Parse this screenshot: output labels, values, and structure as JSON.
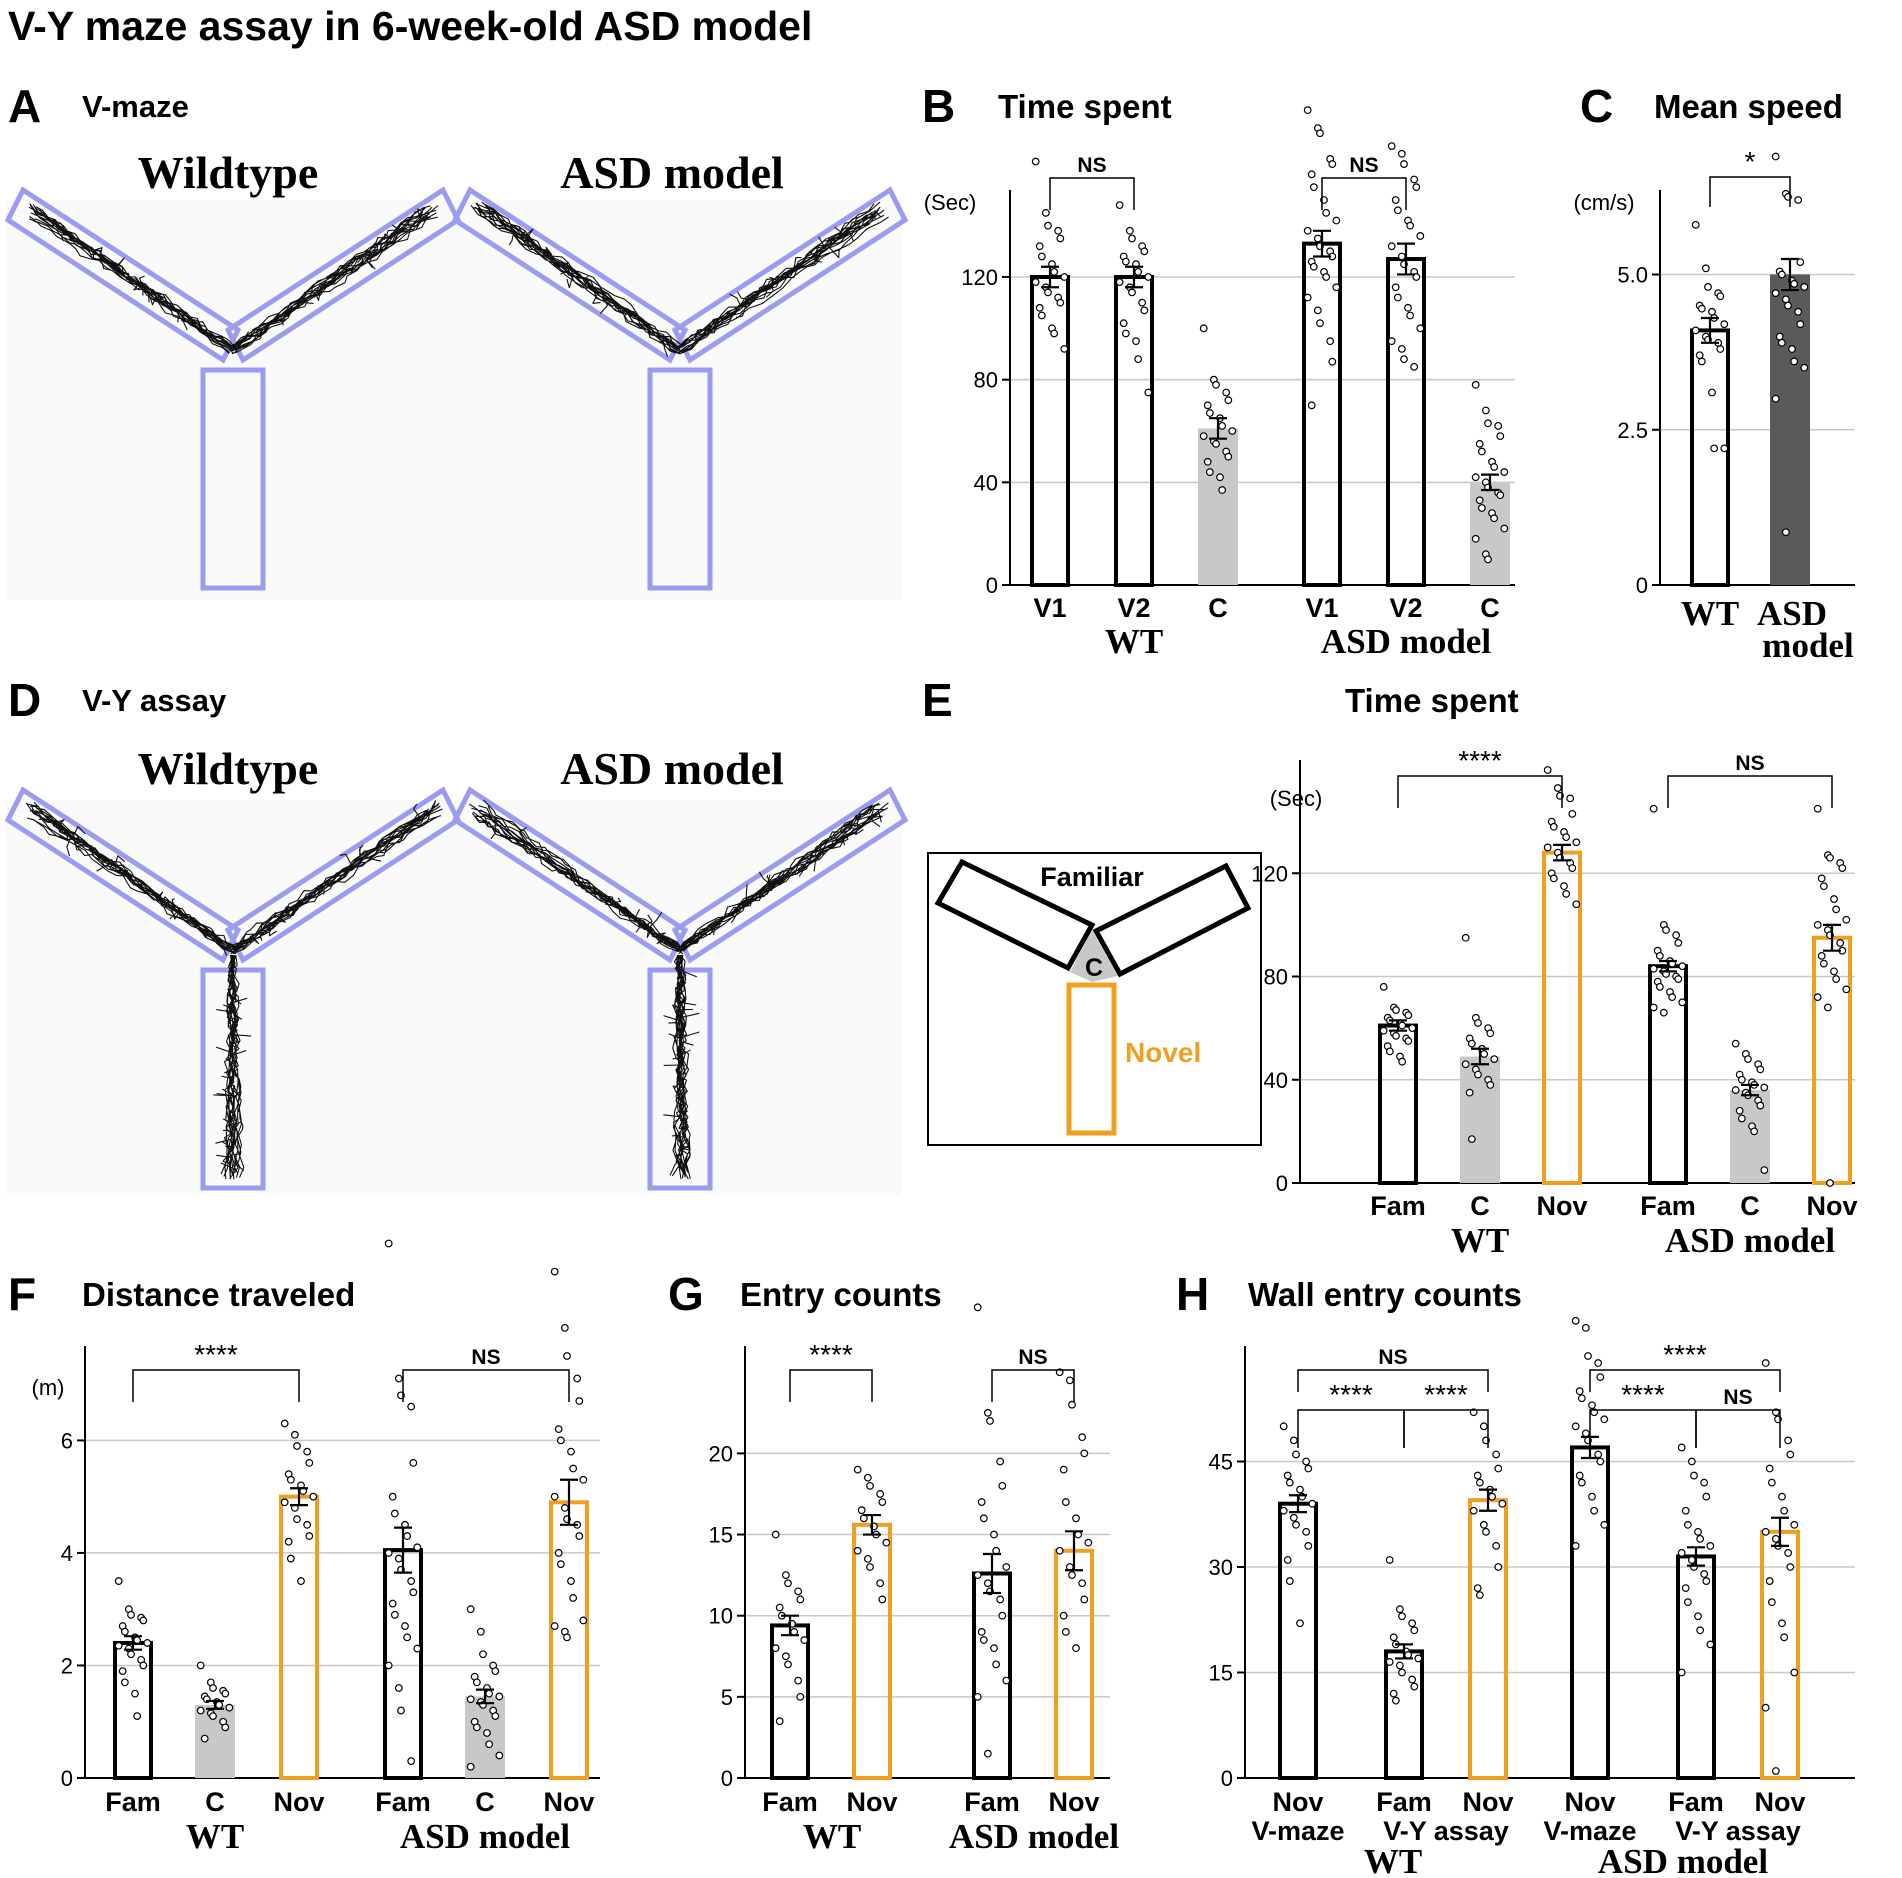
{
  "figure": {
    "title": "V-Y maze assay in 6-week-old ASD model",
    "colors": {
      "maze": "#9a9cf0",
      "novel": "#f0a020",
      "corridor": "#c8c8c8",
      "asd_bar": "#5a5a5a",
      "grid": "#c8c8c8"
    }
  },
  "panels": {
    "A": {
      "letter": "A",
      "title": "V-maze",
      "wt": "Wildtype",
      "asd": "ASD model"
    },
    "B": {
      "letter": "B",
      "title": "Time spent"
    },
    "C": {
      "letter": "C",
      "title": "Mean speed"
    },
    "D": {
      "letter": "D",
      "title": "V-Y assay",
      "wt": "Wildtype",
      "asd": "ASD model"
    },
    "E": {
      "letter": "E",
      "title": "Time spent",
      "schematic_familiar": "Familiar",
      "schematic_c": "C",
      "schematic_novel": "Novel"
    },
    "F": {
      "letter": "F",
      "title": "Distance traveled"
    },
    "G": {
      "letter": "G",
      "title": "Entry counts"
    },
    "H": {
      "letter": "H",
      "title": "Wall entry counts"
    }
  },
  "chart_data": [
    {
      "panel": "B",
      "type": "bar",
      "title": "Time spent",
      "ylabel": "(Sec)",
      "ylim": [
        0,
        150
      ],
      "yticks": [
        "0",
        "40",
        "80",
        "120"
      ],
      "grid": true,
      "groups": [
        "WT",
        "ASD model"
      ],
      "categories": [
        "V1",
        "V2",
        "C",
        "V1",
        "V2",
        "C"
      ],
      "values": [
        120,
        120,
        61,
        133,
        127,
        40
      ],
      "errors": [
        4,
        4,
        4,
        5,
        6,
        3
      ],
      "significance": [
        {
          "between": [
            "V1",
            "V2"
          ],
          "group": "WT",
          "label": "NS"
        },
        {
          "between": [
            "V1",
            "V2"
          ],
          "group": "ASD model",
          "label": "NS"
        }
      ],
      "points": [
        [
          165,
          145,
          140,
          138,
          135,
          132,
          128,
          125,
          122,
          120,
          118,
          116,
          114,
          112,
          110,
          108,
          105,
          100,
          98,
          92
        ],
        [
          148,
          138,
          135,
          132,
          130,
          128,
          126,
          125,
          122,
          120,
          118,
          116,
          114,
          110,
          107,
          102,
          98,
          95,
          88,
          75
        ],
        [
          100,
          80,
          78,
          75,
          72,
          70,
          67,
          65,
          62,
          60,
          58,
          56,
          55,
          52,
          50,
          48,
          44,
          42,
          37
        ],
        [
          185,
          178,
          176,
          166,
          164,
          160,
          155,
          150,
          145,
          142,
          138,
          135,
          132,
          130,
          128,
          126,
          124,
          122,
          120,
          116,
          112,
          107,
          102,
          95,
          87,
          70
        ],
        [
          171,
          168,
          164,
          158,
          155,
          150,
          146,
          142,
          140,
          136,
          132,
          128,
          125,
          122,
          120,
          116,
          112,
          108,
          105,
          100,
          95,
          92,
          88,
          85
        ],
        [
          78,
          68,
          63,
          62,
          58,
          55,
          52,
          48,
          46,
          44,
          42,
          40,
          38,
          36,
          35,
          33,
          30,
          28,
          26,
          22,
          18,
          12,
          10
        ]
      ]
    },
    {
      "panel": "C",
      "type": "bar",
      "title": "Mean speed",
      "ylabel": "(cm/s)",
      "ylim": [
        0,
        6.2
      ],
      "yticks": [
        "0",
        "2.5",
        "5.0"
      ],
      "grid": true,
      "categories": [
        "WT",
        "ASD model"
      ],
      "values": [
        4.1,
        5.0
      ],
      "errors": [
        0.2,
        0.25
      ],
      "significance": [
        {
          "between": [
            "WT",
            "ASD model"
          ],
          "label": "*"
        }
      ],
      "points": [
        [
          5.8,
          5.1,
          4.8,
          4.7,
          4.65,
          4.5,
          4.45,
          4.4,
          4.3,
          4.2,
          4.1,
          4.0,
          3.95,
          3.9,
          3.8,
          3.7,
          3.6,
          3.1,
          2.2,
          2.2
        ],
        [
          6.9,
          6.3,
          6.25,
          6.2,
          5.2,
          5.05,
          5.0,
          4.9,
          4.85,
          4.8,
          4.7,
          4.6,
          4.5,
          4.4,
          4.2,
          4.0,
          3.9,
          3.8,
          3.6,
          3.5,
          3.0,
          0.85
        ]
      ]
    },
    {
      "panel": "E",
      "type": "bar",
      "title": "Time spent",
      "ylabel": "(Sec)",
      "ylim": [
        0,
        160
      ],
      "yticks": [
        "0",
        "40",
        "80",
        "120"
      ],
      "grid": true,
      "groups": [
        "WT",
        "ASD model"
      ],
      "categories": [
        "Fam",
        "C",
        "Nov",
        "Fam",
        "C",
        "Nov"
      ],
      "values": [
        61,
        49,
        128,
        84,
        36,
        95
      ],
      "errors": [
        2,
        3,
        3,
        2,
        2,
        5
      ],
      "significance": [
        {
          "between": [
            "Fam",
            "Nov"
          ],
          "group": "WT",
          "label": "****"
        },
        {
          "between": [
            "Fam",
            "Nov"
          ],
          "group": "ASD model",
          "label": "NS"
        }
      ],
      "points": [
        [
          76,
          68,
          67,
          66,
          65,
          64,
          63,
          62,
          61,
          60,
          59,
          58,
          57,
          56,
          55,
          53,
          51,
          49,
          47
        ],
        [
          95,
          64,
          62,
          60,
          58,
          56,
          54,
          52,
          50,
          48,
          46,
          44,
          42,
          40,
          38,
          35,
          17
        ],
        [
          160,
          153,
          150,
          149,
          143,
          140,
          138,
          136,
          134,
          132,
          130,
          128,
          126,
          124,
          122,
          120,
          118,
          115,
          112,
          108
        ],
        [
          145,
          100,
          98,
          96,
          93,
          90,
          88,
          86,
          85,
          84,
          83,
          82,
          81,
          80,
          79,
          78,
          76,
          74,
          72,
          70,
          68,
          66
        ],
        [
          54,
          50,
          48,
          46,
          44,
          42,
          40,
          39,
          38,
          37,
          36,
          35,
          34,
          32,
          30,
          28,
          25,
          22,
          20,
          5
        ],
        [
          145,
          127,
          126,
          124,
          122,
          118,
          115,
          110,
          106,
          102,
          100,
          98,
          96,
          93,
          90,
          88,
          85,
          82,
          79,
          75,
          72,
          68,
          0
        ]
      ]
    },
    {
      "panel": "F",
      "type": "bar",
      "title": "Distance traveled",
      "ylabel": "(m)",
      "ylim": [
        0,
        7.5
      ],
      "yticks": [
        "0",
        "2",
        "4",
        "6"
      ],
      "grid": true,
      "groups": [
        "WT",
        "ASD model"
      ],
      "categories": [
        "Fam",
        "C",
        "Nov",
        "Fam",
        "C",
        "Nov"
      ],
      "values": [
        2.4,
        1.3,
        5.0,
        4.05,
        1.45,
        4.9
      ],
      "errors": [
        0.12,
        0.07,
        0.15,
        0.4,
        0.12,
        0.4
      ],
      "significance": [
        {
          "between": [
            "Fam",
            "Nov"
          ],
          "group": "WT",
          "label": "****"
        },
        {
          "between": [
            "Fam",
            "Nov"
          ],
          "group": "ASD model",
          "label": "NS"
        }
      ],
      "points": [
        [
          3.5,
          3.0,
          2.9,
          2.85,
          2.8,
          2.7,
          2.6,
          2.5,
          2.45,
          2.4,
          2.35,
          2.3,
          2.2,
          2.1,
          2.0,
          1.9,
          1.7,
          1.5,
          1.1
        ],
        [
          2.0,
          1.7,
          1.6,
          1.55,
          1.5,
          1.45,
          1.4,
          1.35,
          1.3,
          1.25,
          1.2,
          1.15,
          1.1,
          1.0,
          0.9,
          0.7
        ],
        [
          6.3,
          6.1,
          5.9,
          5.8,
          5.6,
          5.4,
          5.3,
          5.2,
          5.1,
          5.0,
          4.9,
          4.8,
          4.6,
          4.5,
          4.3,
          4.2,
          3.9,
          3.5
        ],
        [
          9.5,
          7.1,
          6.8,
          6.6,
          5.6,
          5.0,
          4.7,
          4.5,
          4.3,
          4.1,
          4.0,
          3.9,
          3.7,
          3.5,
          3.3,
          3.1,
          2.9,
          2.7,
          2.5,
          2.3,
          2.0,
          1.6,
          1.2,
          0.3
        ],
        [
          3.0,
          2.6,
          2.2,
          2.0,
          1.9,
          1.8,
          1.7,
          1.6,
          1.5,
          1.45,
          1.4,
          1.35,
          1.3,
          1.2,
          1.1,
          1.0,
          0.9,
          0.8,
          0.6,
          0.4,
          0.2
        ],
        [
          9.0,
          8.0,
          7.5,
          7.1,
          6.7,
          6.2,
          6.0,
          5.8,
          5.5,
          5.3,
          5.0,
          4.8,
          4.6,
          4.5,
          4.3,
          4.0,
          3.8,
          3.5,
          3.2,
          2.8,
          2.7,
          2.6,
          2.5
        ]
      ]
    },
    {
      "panel": "G",
      "type": "bar",
      "title": "Entry counts",
      "ylim": [
        0,
        26
      ],
      "yticks": [
        "0",
        "5",
        "10",
        "15",
        "20"
      ],
      "grid": true,
      "groups": [
        "WT",
        "ASD model"
      ],
      "categories": [
        "Fam",
        "Nov",
        "Fam",
        "Nov"
      ],
      "values": [
        9.4,
        15.6,
        12.6,
        14.0
      ],
      "errors": [
        0.6,
        0.6,
        1.2,
        1.2
      ],
      "significance": [
        {
          "between": [
            "Fam",
            "Nov"
          ],
          "group": "WT",
          "label": "****"
        },
        {
          "between": [
            "Fam",
            "Nov"
          ],
          "group": "ASD model",
          "label": "NS"
        }
      ],
      "points": [
        [
          15,
          12.5,
          12,
          11.5,
          11,
          10.5,
          10,
          9.5,
          9,
          8.5,
          8,
          7.5,
          7,
          6,
          5,
          3.5
        ],
        [
          19,
          18.5,
          18,
          17.5,
          17,
          16.5,
          16,
          15.5,
          15,
          14.5,
          14,
          13.5,
          13,
          12,
          11
        ],
        [
          29,
          22.5,
          22,
          19.5,
          18,
          17,
          16,
          15,
          14,
          13,
          12.5,
          12,
          11.5,
          11,
          10,
          9,
          8.5,
          8,
          7,
          6,
          5,
          1.5
        ],
        [
          25,
          24.5,
          23,
          21,
          20,
          19,
          17,
          16,
          15,
          14.5,
          14,
          13,
          12.5,
          12,
          11,
          10,
          9,
          8
        ]
      ]
    },
    {
      "panel": "H",
      "type": "bar",
      "title": "Wall entry counts",
      "ylim": [
        0,
        60
      ],
      "yticks": [
        "0",
        "15",
        "30",
        "45"
      ],
      "grid": true,
      "groups": [
        "WT",
        "ASD model"
      ],
      "subgroups": [
        "V-maze",
        "V-Y assay"
      ],
      "categories": [
        "Nov",
        "Fam",
        "Nov",
        "Nov",
        "Fam",
        "Nov"
      ],
      "values": [
        39,
        18,
        39.5,
        47,
        31.5,
        35
      ],
      "errors": [
        1.2,
        1,
        1.5,
        1.5,
        1.3,
        2
      ],
      "significance": [
        {
          "between": [
            "Nov",
            "Nov"
          ],
          "group": "WT",
          "label": "NS"
        },
        {
          "between": [
            "Nov (V-maze)",
            "Fam"
          ],
          "group": "WT",
          "label": "****"
        },
        {
          "between": [
            "Fam",
            "Nov (V-Y assay)"
          ],
          "group": "WT",
          "label": "****"
        },
        {
          "between": [
            "Nov",
            "Nov"
          ],
          "group": "ASD model",
          "label": "****"
        },
        {
          "between": [
            "Nov (V-maze)",
            "Fam"
          ],
          "group": "ASD model",
          "label": "****"
        },
        {
          "between": [
            "Fam",
            "Nov (V-Y assay)"
          ],
          "group": "ASD model",
          "label": "NS"
        }
      ],
      "points": [
        [
          50,
          48,
          46,
          45,
          44,
          43,
          42,
          41,
          40,
          39,
          38,
          37,
          36,
          35,
          33,
          31,
          28,
          22
        ],
        [
          31,
          24,
          23,
          22,
          21,
          20,
          19,
          18,
          17.5,
          17,
          16.5,
          16,
          15,
          14,
          13,
          12,
          11
        ],
        [
          52,
          50,
          48,
          46,
          44,
          43,
          42,
          41,
          40,
          39,
          38,
          36,
          35,
          33,
          30,
          27,
          26
        ],
        [
          65,
          64,
          60,
          59,
          57,
          55,
          54,
          53,
          52,
          51,
          50,
          49,
          48,
          46,
          45,
          43,
          42,
          40,
          38,
          36,
          33
        ],
        [
          47,
          45,
          43,
          42,
          40,
          38,
          36,
          35,
          34,
          33,
          32,
          31,
          30,
          29,
          28,
          27,
          25,
          23,
          21,
          19,
          15
        ],
        [
          59,
          52,
          51,
          48,
          46,
          44,
          42,
          40,
          38,
          36,
          35,
          34,
          33,
          32,
          30,
          28,
          25,
          22,
          20,
          15,
          10,
          1
        ]
      ]
    }
  ]
}
